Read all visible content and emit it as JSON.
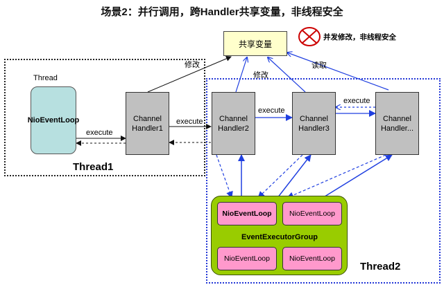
{
  "title": "场景2：并行调用，跨Handler共享变量，非线程安全",
  "shared_variable": "共享变量",
  "warning_text": "并发修改，非线程安全",
  "thread1": {
    "thread_caption": "Thread",
    "event_loop": "NioEventLoop",
    "label": "Thread1"
  },
  "thread2": {
    "label": "Thread2"
  },
  "handlers": {
    "h1": [
      "Channel",
      "Handler1"
    ],
    "h2": [
      "Channel",
      "Handler2"
    ],
    "h3": [
      "Channel",
      "Handler3"
    ],
    "hn": [
      "Channel",
      "Handler..."
    ]
  },
  "arrows": {
    "execute": "execute",
    "modify": "修改",
    "read": "读取"
  },
  "executor_group": {
    "label": "EventExecutorGroup",
    "loops": [
      "NioEventLoop",
      "NioEventLoop",
      "NioEventLoop",
      "NioEventLoop"
    ]
  },
  "colors": {
    "blue_arrow": "#1f3fe0",
    "thread_box_color": "#2236d6",
    "event_loop_fill": "#b7e0e0",
    "handler_fill": "#c0c0c0",
    "group_fill": "#99cc00",
    "nio_fill": "#ff99cc",
    "shared_fill": "#ffffcc",
    "warning_red": "#cc0000"
  }
}
